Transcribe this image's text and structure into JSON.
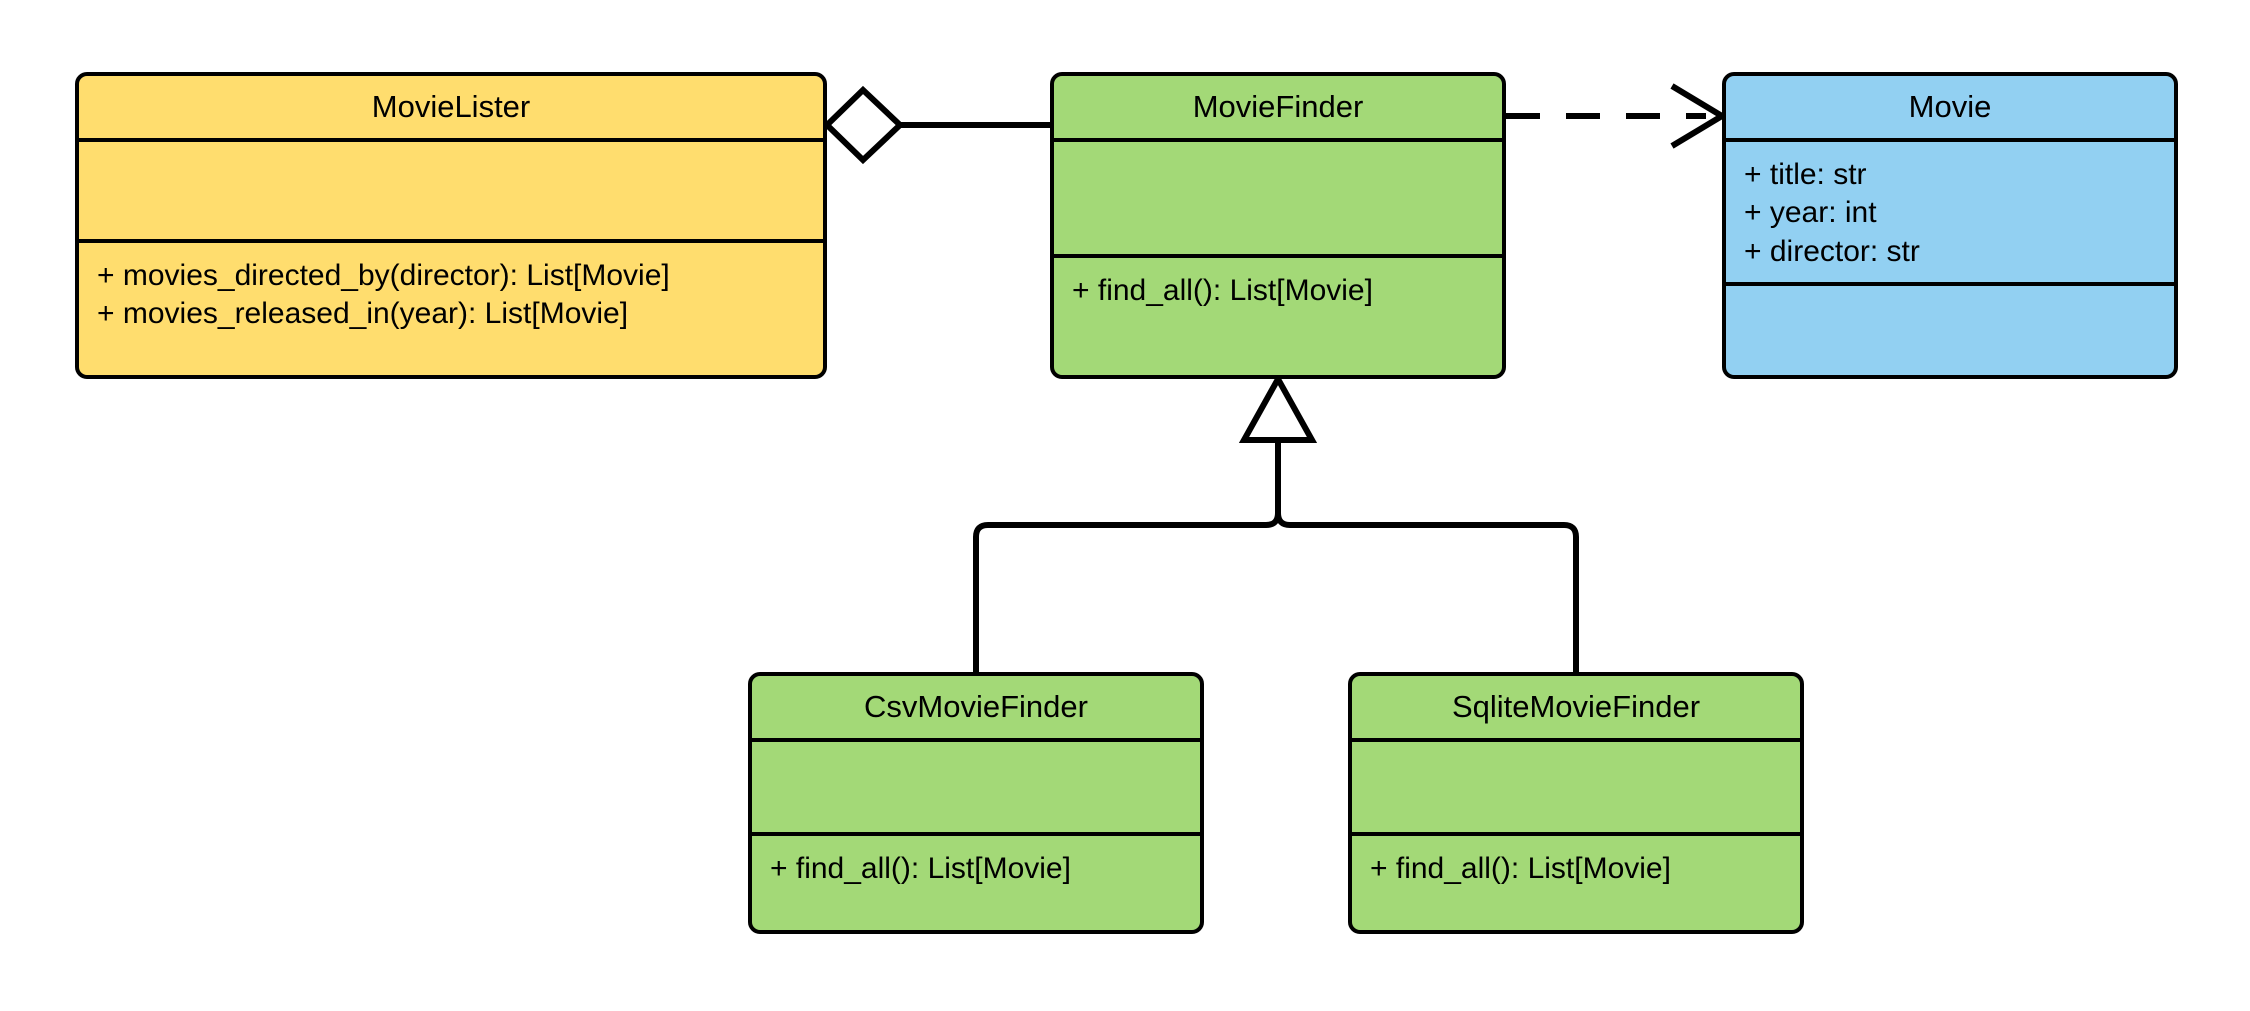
{
  "diagram": {
    "kind": "uml-class-diagram",
    "colors": {
      "class_fill_controller": "#ffdd6e",
      "class_fill_service": "#a3d977",
      "class_fill_entity": "#92d0f2",
      "stroke": "#000000",
      "background": "#ffffff"
    },
    "classes": [
      {
        "id": "movielister",
        "name": "MovieLister",
        "fill": "#ffdd6e",
        "attributes": [],
        "methods": [
          "+ movies_directed_by(director): List[Movie]",
          "+ movies_released_in(year): List[Movie]"
        ]
      },
      {
        "id": "moviefinder",
        "name": "MovieFinder",
        "fill": "#a3d977",
        "attributes": [],
        "methods": [
          "+ find_all(): List[Movie]"
        ]
      },
      {
        "id": "movie",
        "name": "Movie",
        "fill": "#92d0f2",
        "attributes": [
          "+ title: str",
          "+ year: int",
          "+ director: str"
        ],
        "methods": []
      },
      {
        "id": "csvmoviefinder",
        "name": "CsvMovieFinder",
        "fill": "#a3d977",
        "attributes": [],
        "methods": [
          "+ find_all(): List[Movie]"
        ]
      },
      {
        "id": "sqlitemoviefinder",
        "name": "SqliteMovieFinder",
        "fill": "#a3d977",
        "attributes": [],
        "methods": [
          "+ find_all(): List[Movie]"
        ]
      }
    ],
    "relationships": [
      {
        "id": "aggregation-movielister-moviefinder",
        "type": "aggregation",
        "source": "MovieLister",
        "target": "MovieFinder",
        "decoration": "hollow-diamond",
        "line": "solid",
        "label": ""
      },
      {
        "id": "dependency-moviefinder-movie",
        "type": "dependency",
        "source": "MovieFinder",
        "target": "Movie",
        "decoration": "open-arrow",
        "line": "dashed",
        "label": ""
      },
      {
        "id": "generalization-csvmoviefinder-moviefinder",
        "type": "generalization",
        "source": "CsvMovieFinder",
        "target": "MovieFinder",
        "decoration": "hollow-triangle",
        "line": "solid",
        "label": ""
      },
      {
        "id": "generalization-sqlitemoviefinder-moviefinder",
        "type": "generalization",
        "source": "SqliteMovieFinder",
        "target": "MovieFinder",
        "decoration": "hollow-triangle",
        "line": "solid",
        "label": ""
      }
    ]
  }
}
